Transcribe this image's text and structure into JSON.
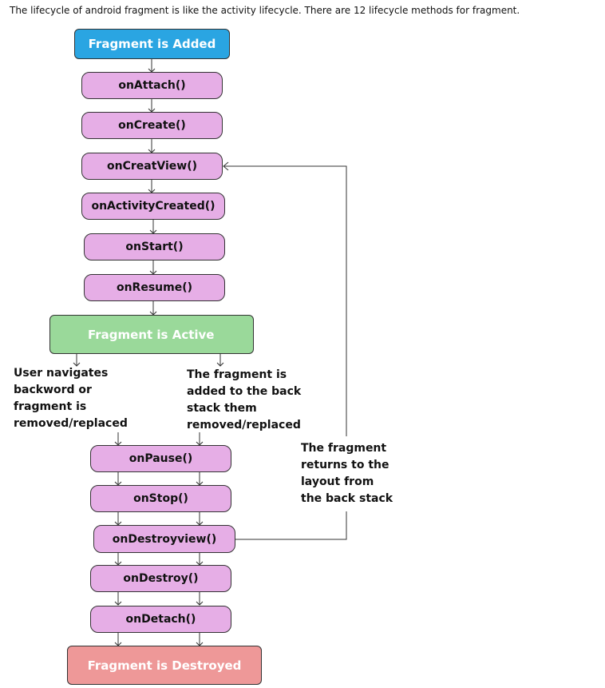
{
  "intro_text": "The lifecycle of android fragment is like the activity lifecycle. There are 12 lifecycle methods for fragment.",
  "states": {
    "added": "Fragment is Added",
    "active": "Fragment is Active",
    "destroyed": "Fragment is Destroyed"
  },
  "methods": {
    "on_attach": "onAttach()",
    "on_create": "onCreate()",
    "on_create_view": "onCreatView()",
    "on_activity_created": "onActivityCreated()",
    "on_start": "onStart()",
    "on_resume": "onResume()",
    "on_pause": "onPause()",
    "on_stop": "onStop()",
    "on_destroy_view": "onDestroyview()",
    "on_destroy": "onDestroy()",
    "on_detach": "onDetach()"
  },
  "notes": {
    "user_navigates": "User navigates\nbackword or\nfragment is\nremoved/replaced",
    "back_stack": "The fragment is\nadded to the back\nstack them\nremoved/replaced",
    "returns": "The fragment\nreturns to the\nlayout from\nthe back stack"
  },
  "colors": {
    "added": "#2aa5e2",
    "method": "#e6aee6",
    "active": "#9ad99a",
    "destroyed": "#ee9898"
  }
}
